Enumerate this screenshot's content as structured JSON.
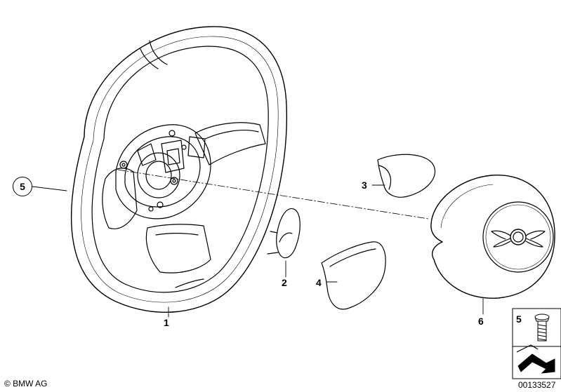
{
  "callouts": {
    "c1": "1",
    "c2": "2",
    "c3": "3",
    "c4": "4",
    "c5_circle": "5",
    "c5_box": "5",
    "c6": "6"
  },
  "footer": {
    "copyright": "© BMW AG",
    "diagram_number": "00133527"
  },
  "colors": {
    "line": "#000000",
    "background": "#ffffff"
  }
}
